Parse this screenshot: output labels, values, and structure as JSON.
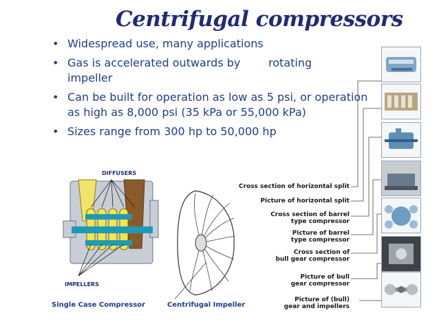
{
  "title": "Centrifugal compressors",
  "bullets": [
    "Widespread use, many applications",
    "Gas is accelerated outwards by        rotating impeller",
    "Can be built for operation as low as 5 psi, or operation as high as 8,000 psi (35 kPa or 55,000 kPa)",
    "Sizes range from 300 hp to 50,000 hp"
  ],
  "diagram_labels": {
    "diffusers": "DIFFUSERS",
    "impellers": "IMPELLERS",
    "single_case": "Single Case Compressor",
    "centrifugal_impeller": "Centrifugal Impeller"
  },
  "captions": [
    "Cross section of horizontal split",
    "Picture of horizontal split",
    "Cross section of barrel type compressor",
    "Picture of barrel type compressor",
    "Cross section of bull gear compressor",
    "Picture of bull gear compressor",
    "Picture of (bull) gear and impellers"
  ],
  "captions_lines": [
    [
      "Cross section of horizontal split"
    ],
    [
      "Picture of horizontal split"
    ],
    [
      "Cross section of barrel",
      "type compressor"
    ],
    [
      "Picture of barrel",
      "type compressor"
    ],
    [
      "Cross section of",
      "bull gear compressor"
    ],
    [
      "Picture of bull",
      "gear compressor"
    ],
    [
      "Picture of (bull)",
      "gear and impellers"
    ]
  ],
  "thumbnails": [
    "horizontal-split-cross-section-image",
    "horizontal-split-picture-image",
    "barrel-compressor-cross-section-image",
    "barrel-compressor-picture-image",
    "bull-gear-cross-section-image",
    "bull-gear-picture-image",
    "gear-and-impellers-picture-image"
  ]
}
